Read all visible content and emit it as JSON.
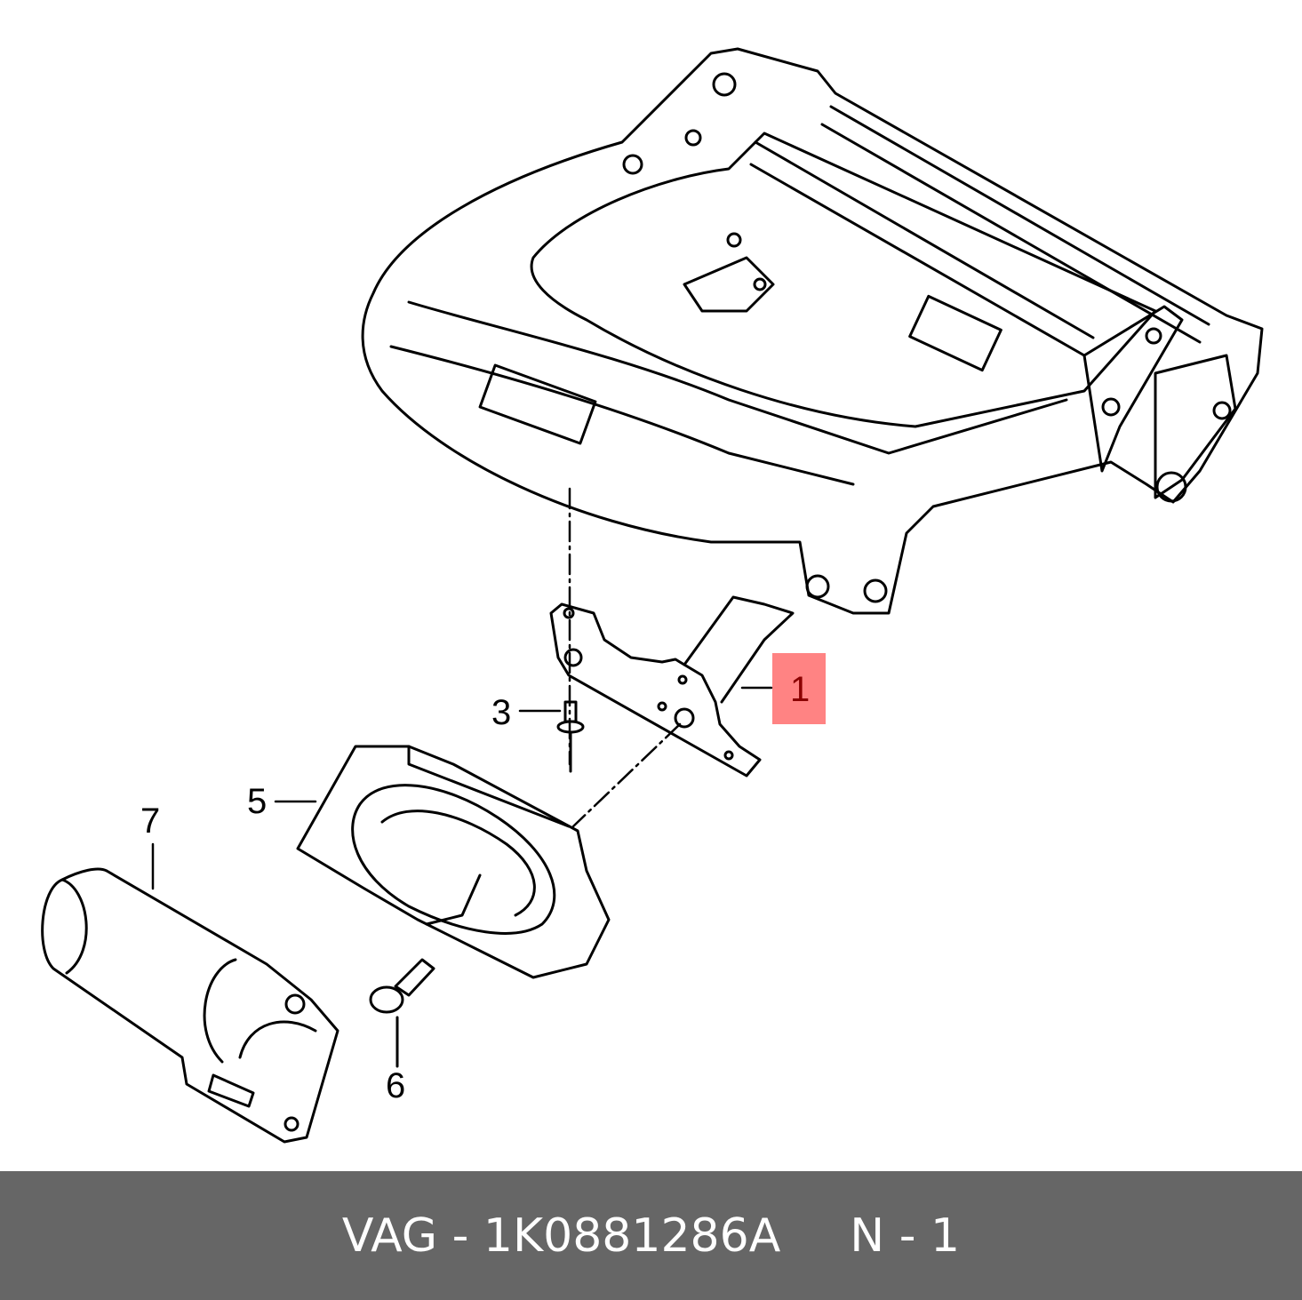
{
  "diagram": {
    "callouts": [
      {
        "id": "1",
        "label": "1",
        "highlighted": true
      },
      {
        "id": "3",
        "label": "3"
      },
      {
        "id": "5",
        "label": "5"
      },
      {
        "id": "6",
        "label": "6"
      },
      {
        "id": "7",
        "label": "7"
      }
    ],
    "highlight_color": "#ff8080"
  },
  "footer": {
    "part_number": "VAG - 1K0881286A",
    "position": "N - 1",
    "background": "#666666"
  }
}
